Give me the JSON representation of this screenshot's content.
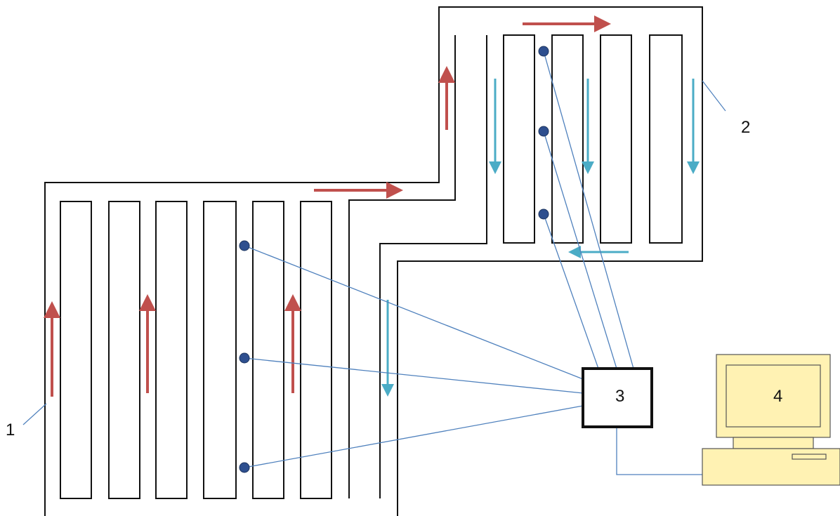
{
  "labels": {
    "label_1": "1",
    "label_2": "2",
    "label_3": "3",
    "label_4": "4"
  },
  "colors": {
    "outline": "#111111",
    "supply_arrow": "#c0504d",
    "return_arrow": "#4bacc6",
    "sensor": "#2e4f8f",
    "wire": "#4f81bd",
    "computer": "#fff2b3"
  }
}
